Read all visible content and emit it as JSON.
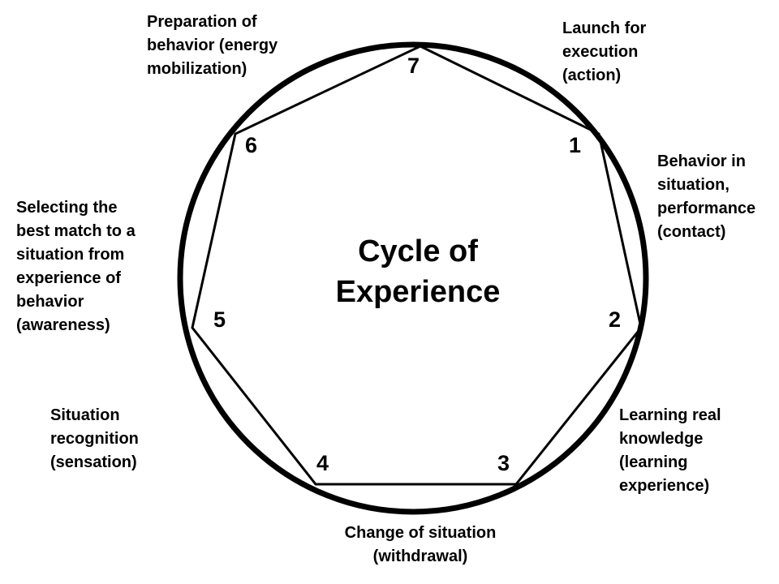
{
  "diagram": {
    "title": "Cycle of\nExperience",
    "colors": {
      "stroke": "#000000",
      "background": "#ffffff"
    },
    "stages": [
      {
        "number": "1",
        "label": "Launch for\nexecution\n(action)"
      },
      {
        "number": "2",
        "label": "Behavior in\nsituation,\nperformance\n(contact)"
      },
      {
        "number": "3",
        "label": "Learning real\nknowledge\n(learning\nexperience)"
      },
      {
        "number": "4",
        "label": "Change of situation\n(withdrawal)"
      },
      {
        "number": "5",
        "label": "Situation\nrecognition\n(sensation)"
      },
      {
        "number": "6",
        "label": "Selecting the\nbest match to a\nsituation from\nexperience of\nbehavior\n(awareness)"
      },
      {
        "number": "7",
        "label": "Preparation of\nbehavior (energy\nmobilization)"
      }
    ]
  }
}
